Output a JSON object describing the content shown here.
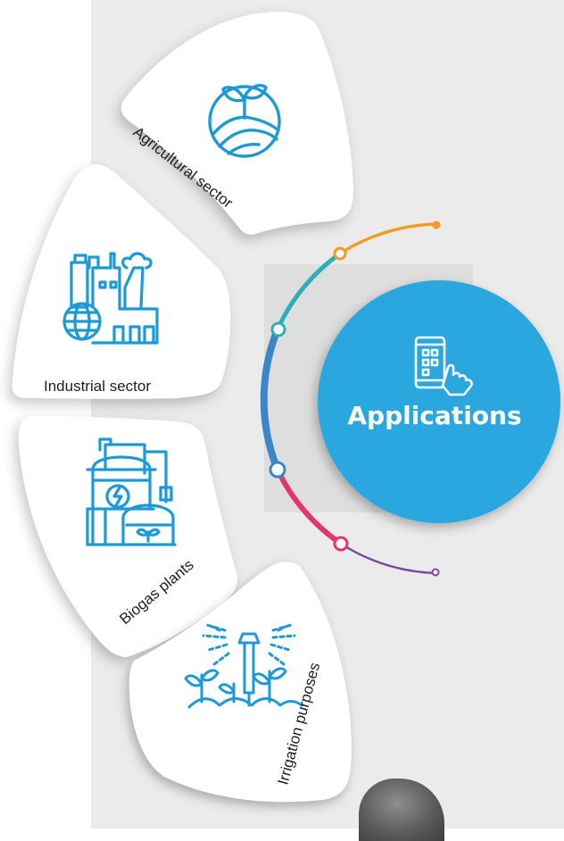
{
  "center": {
    "title": "Applications",
    "icon": "tablet-touch-icon",
    "color": "#2aa7df"
  },
  "segments": [
    {
      "label": "Agricultural sector",
      "icon": "agriculture-field-icon"
    },
    {
      "label": "Industrial sector",
      "icon": "factory-globe-icon"
    },
    {
      "label": "Biogas plants",
      "icon": "biogas-plant-icon"
    },
    {
      "label": "Irrigation purposes",
      "icon": "irrigation-sprinkler-icon"
    }
  ],
  "colors": {
    "icon_blue": "#1c9ad6",
    "arc_orange": "#f49b23",
    "arc_teal": "#29b0b8",
    "arc_blue": "#3a86c8",
    "arc_pink": "#e4356c",
    "arc_purple": "#7b4aa0"
  }
}
